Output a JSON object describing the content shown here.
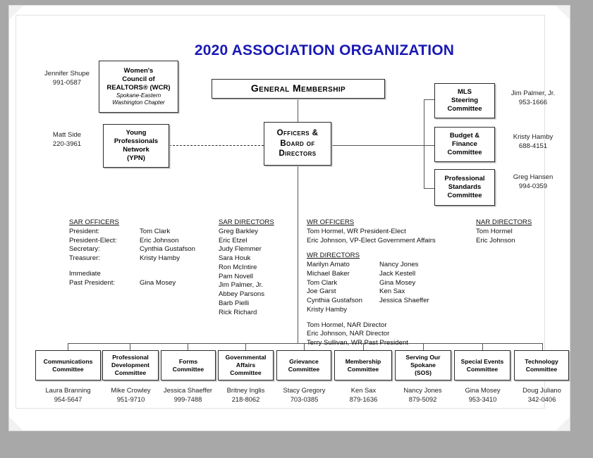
{
  "document": {
    "title": "2020 ASSOCIATION ORGANIZATION",
    "title_color": "#1a1ab4"
  },
  "top_boxes": {
    "wcr": {
      "line1": "Women's",
      "line2": "Council of",
      "line3": "REALTORS® (WCR)",
      "sub1": "Spokane-Eastern",
      "sub2": "Washington Chapter",
      "contact_name": "Jennifer Shupe",
      "contact_phone": "991-0587"
    },
    "ypn": {
      "line1": "Young",
      "line2": "Professionals",
      "line3": "Network",
      "line4": "(YPN)",
      "contact_name": "Matt Side",
      "contact_phone": "220-3961"
    },
    "general_membership": {
      "label": "General Membership"
    },
    "officers_board": {
      "line1": "Officers &",
      "line2": "Board of",
      "line3": "Directors"
    }
  },
  "right_committees": [
    {
      "line1": "MLS",
      "line2": "Steering",
      "line3": "Committee",
      "contact_name": "Jim Palmer, Jr.",
      "contact_phone": "953-1666"
    },
    {
      "line1": "Budget &",
      "line2": "Finance",
      "line3": "Committee",
      "contact_name": "Kristy Hamby",
      "contact_phone": "688-4151"
    },
    {
      "line1": "Professional",
      "line2": "Standards",
      "line3": "Committee",
      "contact_name": "Greg Hansen",
      "contact_phone": "994-0359"
    }
  ],
  "rosters": {
    "sar_officers": {
      "heading": "SAR OFFICERS",
      "rows": [
        {
          "role": "President:",
          "name": "Tom Clark"
        },
        {
          "role": "President-Elect:",
          "name": "Eric Johnson"
        },
        {
          "role": "Secretary:",
          "name": "Cynthia Gustafson"
        },
        {
          "role": "Treasurer:",
          "name": "Kristy Hamby"
        }
      ],
      "immediate_label": "Immediate",
      "past_president_role": "Past President:",
      "past_president_name": "Gina Mosey"
    },
    "sar_directors": {
      "heading": "SAR DIRECTORS",
      "names": [
        "Greg Barkley",
        "Eric Etzel",
        "Judy Flemmer",
        "Sara Houk",
        "Ron McIntire",
        "Pam Novell",
        "Jim Palmer, Jr.",
        "Abbey Parsons",
        "Barb Pielli",
        "Rick Richard"
      ]
    },
    "wr_officers": {
      "heading": "WR OFFICERS",
      "lines": [
        "Tom Hormel, WR President-Elect",
        "Eric Johnson, VP-Elect Government Affairs"
      ]
    },
    "wr_directors": {
      "heading": "WR DIRECTORS",
      "col1": [
        "Marilyn Amato",
        "Michael Baker",
        "Tom Clark",
        "Joe Garst",
        "Cynthia Gustafson",
        "Kristy Hamby"
      ],
      "col2": [
        "Nancy Jones",
        "Jack Kestell",
        "Gina Mosey",
        "Ken Sax",
        "Jessica Shaeffer"
      ],
      "footer_lines": [
        "Tom Hormel, NAR Director",
        "Eric Johnson, NAR Director",
        "Terry Sullivan, WR Past President"
      ]
    },
    "nar_directors": {
      "heading": "NAR DIRECTORS",
      "names": [
        "Tom Hormel",
        "Eric Johnson"
      ]
    }
  },
  "bottom_committees": [
    {
      "line1": "Communications",
      "line2": "Committee",
      "line3": "",
      "contact_name": "Laura Branning",
      "contact_phone": "954-5647"
    },
    {
      "line1": "Professional",
      "line2": "Development",
      "line3": "Committee",
      "contact_name": "Mike Crowley",
      "contact_phone": "951-9710"
    },
    {
      "line1": "Forms",
      "line2": "Committee",
      "line3": "",
      "contact_name": "Jessica Shaeffer",
      "contact_phone": "999-7488"
    },
    {
      "line1": "Governmental",
      "line2": "Affairs",
      "line3": "Committee",
      "contact_name": "Britney Inglis",
      "contact_phone": "218-8062"
    },
    {
      "line1": "Grievance",
      "line2": "Committee",
      "line3": "",
      "contact_name": "Stacy Gregory",
      "contact_phone": "703-0385"
    },
    {
      "line1": "Membership",
      "line2": "Committee",
      "line3": "",
      "contact_name": "Ken Sax",
      "contact_phone": "879-1636"
    },
    {
      "line1": "Serving Our",
      "line2": "Spokane",
      "line3": "(SOS)",
      "contact_name": "Nancy Jones",
      "contact_phone": "879-5092"
    },
    {
      "line1": "Special Events",
      "line2": "Committee",
      "line3": "",
      "contact_name": "Gina Mosey",
      "contact_phone": "953-3410"
    },
    {
      "line1": "Technology",
      "line2": "Committee",
      "line3": "",
      "contact_name": "Doug Juliano",
      "contact_phone": "342-0406"
    }
  ]
}
